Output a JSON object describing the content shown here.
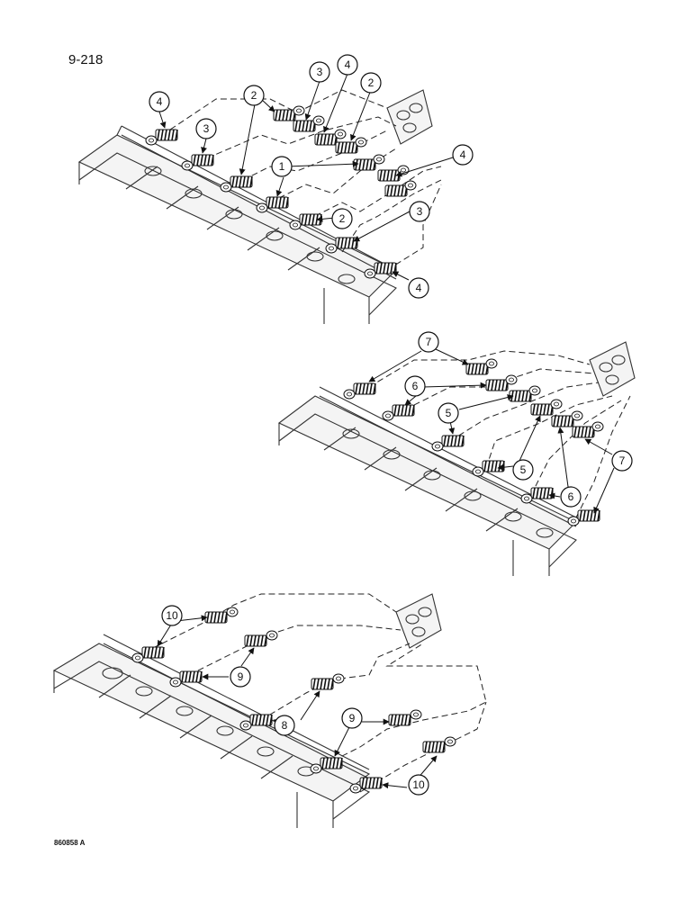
{
  "page": {
    "page_number": "9-218",
    "reference_code": "860858 A"
  },
  "diagram": {
    "views": [
      {
        "name": "view-top",
        "callouts": [
          "1",
          "2",
          "2",
          "2",
          "3",
          "3",
          "3",
          "4",
          "4",
          "4",
          "4"
        ]
      },
      {
        "name": "view-middle",
        "callouts": [
          "5",
          "5",
          "6",
          "6",
          "7",
          "7"
        ]
      },
      {
        "name": "view-bottom",
        "callouts": [
          "8",
          "9",
          "9",
          "10",
          "10"
        ]
      }
    ]
  }
}
